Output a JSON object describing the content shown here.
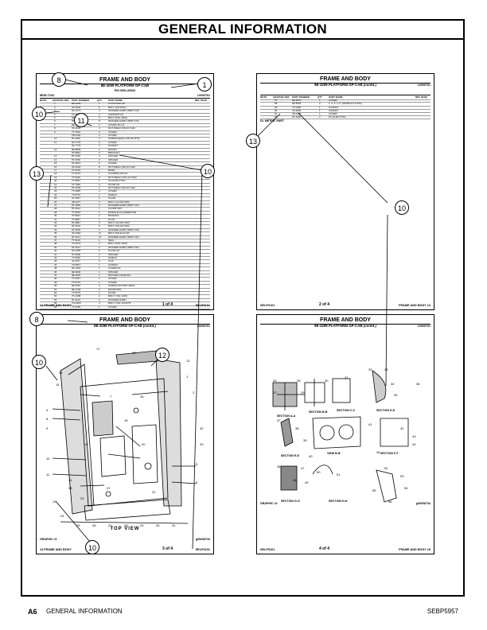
{
  "header": {
    "title": "GENERAL INFORMATION"
  },
  "callouts": {
    "c8": "8",
    "c1": "1",
    "c10": "10",
    "c11": "11",
    "c13": "13",
    "c12": "12"
  },
  "sheet1": {
    "title": "FRAME AND BODY",
    "subtitle": "8E-3299 PLATFORM GP-CAB",
    "pn_line": "P/N 9951-00000",
    "left_code": "8E3E-7233",
    "right_code": "L0000761",
    "head_cols": [
      "NOTE",
      "GRAPHIC REF",
      "PART NUMBER",
      "QTY",
      "PART NAME",
      "REF PAGE"
    ],
    "rows": [
      [
        "1",
        "8E-3299",
        "1",
        "PLATFORM GP"
      ],
      [
        "2",
        "9X-3640",
        "6",
        "BOLT (3/8-16X1)"
      ],
      [
        "3",
        "9X-1371",
        "4",
        "WASHER-HARD (3MM THK)"
      ],
      [
        "4",
        "7F-2330",
        "2",
        "SUPPORT AS"
      ],
      [
        "5",
        "5P-1078",
        "4",
        "BOLT (5/16-18X1)"
      ],
      [
        "6",
        "8T-4140",
        "8",
        "WASHER-HARD (3MM THK)"
      ],
      [
        "7",
        "8E-3136",
        "1",
        "COVER AS-LH"
      ],
      [
        "8",
        "9X-3640",
        "4",
        "NUT-WELD (3/8-16 THD)"
      ],
      [
        "9",
        "7T-7222",
        "2",
        "COVER"
      ],
      [
        "",
        "1B-3442",
        "2",
        "COVER"
      ],
      [
        "10",
        "8T-4200",
        "4",
        "SCREW-HEAD (3/8-16X.875)"
      ],
      [
        "11",
        "3K-7770",
        "2",
        "COVER"
      ],
      [
        "",
        "3K-7770",
        "2",
        "GASKET"
      ],
      [
        "12",
        "8E-8849",
        "1",
        "MOUNT"
      ],
      [
        "",
        "9T-5844",
        "2",
        "BRACKET"
      ],
      [
        "13",
        "8T-4790",
        "4",
        "SPACER"
      ],
      [
        "14",
        "5T-4790",
        "2",
        "SPACER"
      ],
      [
        "15",
        "9T-3044",
        "2",
        "COVER"
      ],
      [
        "16",
        "9X-3640",
        "8",
        "NUT-WELD (3/8-16 THD)"
      ],
      [
        "17",
        "7F-0070",
        "1",
        "BASE"
      ],
      [
        "18",
        "1T-0744",
        "1",
        "FLOORPLATE AS"
      ],
      [
        "19",
        "7T-6210",
        "2",
        "NUT-WELD (7/16-14 THD)"
      ],
      [
        "20",
        "7T-0087",
        "1",
        "PLUG-BUTTON"
      ],
      [
        "21",
        "6T-7450",
        "4",
        "PLATE AS"
      ],
      [
        "22",
        "9X-3640",
        "1",
        "NUT-WELD (3/8-16 THD)"
      ],
      [
        "23",
        "7T-0085",
        "2",
        "COVER"
      ],
      [
        "24",
        "7T-8770",
        "1",
        "SHIELD"
      ],
      [
        "25",
        "3T-4407",
        "2",
        "PLATE"
      ],
      [
        "26",
        "4B-4277",
        "4",
        "BOLT (1/4-20X.625)"
      ],
      [
        "27",
        "8T-4205",
        "4",
        "WASHER-HARD (3MM THK)"
      ],
      [
        "28",
        "8T-9122",
        "1",
        "FLOOR MAT"
      ],
      [
        "29",
        "7T-0079",
        "1",
        "MODULE AS-OPERATOR"
      ],
      [
        "30",
        "3T-5921",
        "2",
        "BUSHING"
      ],
      [
        "31",
        "7T-5827",
        "1",
        "PLUG"
      ],
      [
        "32",
        "8T-4851",
        "4",
        "BOLT (1/4-20X.625)"
      ],
      [
        "33",
        "8T-4120",
        "6",
        "BOLT (3/8-16X.625)"
      ],
      [
        "34",
        "9X-3640",
        "4",
        "WASHER-HARD (3MM THK)"
      ],
      [
        "35",
        "4K-0364",
        "11",
        "BOLT (5/8-11X1.50)"
      ],
      [
        "36",
        "8T-4121",
        "12",
        "WASHER-HARD (3MM THK)"
      ],
      [
        "37",
        "7T-9120",
        "1",
        "SEAL"
      ],
      [
        "38",
        "7K-0074",
        "3",
        "BOLT (5/16-18X1)"
      ],
      [
        "39",
        "8T-4121",
        "3",
        "WASHER-HARD (3MM THK)"
      ],
      [
        "40",
        "9X-4356",
        "2",
        "PLATE AS"
      ],
      [
        "41",
        "9Y-4030",
        "2",
        "SPACER"
      ],
      [
        "42",
        "7T-0030",
        "1",
        "SHIELD"
      ],
      [
        "43",
        "4J-0377",
        "2",
        "CLIP"
      ],
      [
        "44",
        "7S-0817",
        "1",
        "GASKET"
      ],
      [
        "45",
        "5K-1601",
        "1",
        "COVER AS"
      ],
      [
        "46",
        "9E-9002",
        "1",
        "SPACER"
      ],
      [
        "47",
        "8E-3025",
        "1",
        "ROCKER-CHARLES"
      ],
      [
        "48",
        "7T-6437",
        "1",
        "COVER"
      ],
      [
        "49",
        "7T-9770",
        "1",
        "COVER"
      ],
      [
        "50",
        "8E-3367",
        "4",
        "SCREW-SOCKET HEAD"
      ],
      [
        "51",
        "8E-3102",
        "4",
        "MOUNTING"
      ],
      [
        "52",
        "7T-9770",
        "1",
        "PLATE"
      ],
      [
        "53",
        "7K-1098",
        "2",
        "BOLT (7/16-14X2)"
      ],
      [
        "54",
        "8T-4122",
        "2",
        "WASHER-HARD"
      ],
      [
        "55",
        "7H-1955",
        "4",
        "BOLT (7/16-14X.875)"
      ],
      [
        "56",
        "7T-4799",
        "1",
        "COVER"
      ]
    ],
    "foot_left": "12   FRAME AND BODY",
    "foot_mid": "1 of 4",
    "foot_right": "SELP0101"
  },
  "sheet2": {
    "title": "FRAME AND BODY",
    "subtitle": "8E-3299 PLATFORM GP-CAB (contd.)",
    "right_code": "L0000761",
    "head_cols": [
      "NOTE",
      "GRAPHIC REF",
      "PART NUMBER",
      "QTY",
      "PART NAME",
      "REF PAGE"
    ],
    "rows": [
      [
        "57",
        "6E-3875",
        "1",
        "COVER"
      ],
      [
        "58",
        "6E-8559",
        "2",
        "1. 2. 3. 4. 5. (PRODUCT DATA)"
      ],
      [
        "59",
        "7T-0338",
        "1",
        "GASKET"
      ],
      [
        "60",
        "7E-9390",
        "1",
        "GASKET"
      ],
      [
        "61",
        "7B-4350",
        "1",
        "COVER"
      ],
      [
        "62",
        "9X-3650",
        "2",
        "PLUG-BUTTON"
      ]
    ],
    "note": "DL METRIC PART",
    "foot_left": "SELP0101",
    "foot_mid": "2 of 4",
    "foot_right": "FRAME AND BODY   13"
  },
  "sheet3": {
    "title": "FRAME AND BODY",
    "subtitle": "8E-3299 PLATFORM GP-CAB (contd.)",
    "right_code": "L0000761",
    "view_label": "TOP VIEW",
    "graphic_id": "GRAPHIC #1",
    "img_code": "g00008733",
    "foot_left": "14   FRAME AND BODY",
    "foot_mid": "3 of 4",
    "foot_right": "SELP0101",
    "refs": [
      "17",
      "15",
      "14",
      "3",
      "8",
      "9",
      "10",
      "11",
      "12",
      "13",
      "1",
      "2",
      "5",
      "6",
      "7",
      "16",
      "18",
      "19",
      "20",
      "21",
      "22",
      "23",
      "24",
      "25",
      "26",
      "27",
      "28",
      "29",
      "30",
      "31",
      "32",
      "33",
      "34",
      "35",
      "36",
      "37"
    ]
  },
  "sheet4": {
    "title": "FRAME AND BODY",
    "subtitle": "8E-3299 PLATFORM GP-CAB (contd.)",
    "right_code": "L0000761",
    "sections": [
      "SECTION A-A",
      "SECTION B-B",
      "SECTION C-C",
      "SECTION D-D",
      "SECTION E-E",
      "VIEW B-B",
      "SECTION F-F",
      "SECTION G-G",
      "SECTION H-H"
    ],
    "graphic_id": "GRAPHIC #2",
    "img_code": "g00008734",
    "foot_left": "SELP0101",
    "foot_mid": "4 of 4",
    "foot_right": "FRAME AND BODY   15",
    "refs": [
      "26",
      "27",
      "28",
      "29",
      "30",
      "31",
      "32",
      "33",
      "34",
      "35",
      "36",
      "37",
      "38",
      "39",
      "40",
      "41",
      "42",
      "43",
      "44",
      "45",
      "46",
      "47",
      "48",
      "49",
      "50",
      "51",
      "52",
      "53",
      "54",
      "55",
      "56"
    ]
  },
  "footer": {
    "page": "A6",
    "section": "GENERAL INFORMATION",
    "doc": "SEBP5957"
  }
}
